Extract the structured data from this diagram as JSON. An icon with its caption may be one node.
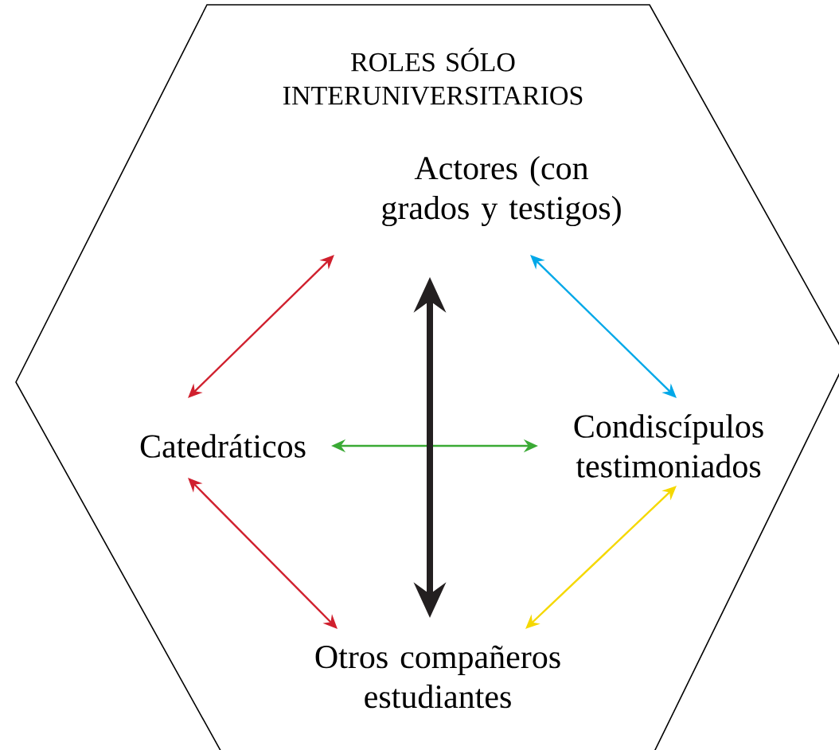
{
  "diagram": {
    "nodes": [
      {
        "text": [
          "ROLES SÓLO INTERUNIVERSITARIOS"
        ]
      },
      {
        "text": [
          "Actores (con grados y testigos)"
        ],
        "in": 0
      },
      {
        "text": [
          "Catedráticos"
        ],
        "in": 0
      },
      {
        "text": [
          "Condiscípulos testimoniados"
        ],
        "in": 0
      },
      {
        "text": [
          "Otros compañeros estudiantes"
        ],
        "in": 0
      }
    ],
    "edges": [
      {
        "from": 1,
        "to": 2,
        "arrow": "both",
        "color": "#d0202e"
      },
      {
        "from": 1,
        "to": 3,
        "arrow": "both",
        "color": "#00a8e8"
      },
      {
        "from": 2,
        "to": 3,
        "arrow": "both",
        "color": "#3aaa35"
      },
      {
        "from": 2,
        "to": 4,
        "arrow": "both",
        "color": "#d0202e"
      },
      {
        "from": 3,
        "to": 4,
        "arrow": "both",
        "color": "#f5d800"
      },
      {
        "from": 1,
        "to": 4,
        "arrow": "both",
        "style": "thick",
        "color": "#231f20"
      }
    ]
  }
}
